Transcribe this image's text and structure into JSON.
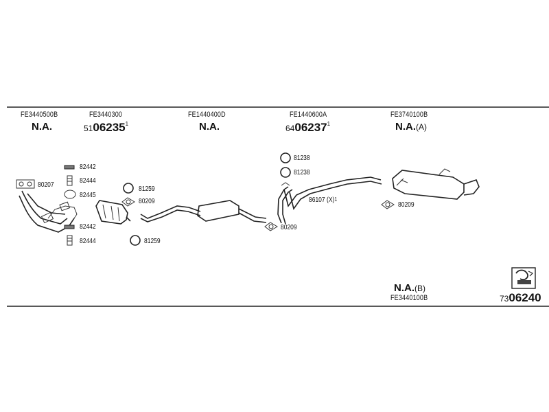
{
  "header_codes": [
    {
      "code": "FE3440500B",
      "status": "N.A.",
      "suffix": "",
      "ref_prefix": "",
      "ref_main": "",
      "ref_sup": ""
    },
    {
      "code": "FE3440300",
      "status": "",
      "suffix": "",
      "ref_prefix": "51",
      "ref_main": "06235",
      "ref_sup": "1"
    },
    {
      "code": "FE1440400D",
      "status": "N.A.",
      "suffix": "",
      "ref_prefix": "",
      "ref_main": "",
      "ref_sup": ""
    },
    {
      "code": "FE1440600A",
      "status": "",
      "suffix": "",
      "ref_prefix": "64",
      "ref_main": "06237",
      "ref_sup": "1"
    },
    {
      "code": "FE3740100B",
      "status": "N.A.",
      "suffix": "(A)",
      "ref_prefix": "",
      "ref_main": "",
      "ref_sup": ""
    }
  ],
  "parts": {
    "p80207": "80207",
    "p82442_top": "82442",
    "p82444_top": "82444",
    "p82445": "82445",
    "p82442_bot": "82442",
    "p82444_bot": "82444",
    "p81259_top": "81259",
    "p80209_a": "80209",
    "p81259_bot": "81259",
    "p81238_a": "81238",
    "p81238_b": "81238",
    "p86107": "86107 (X)",
    "p86107_sup": "1",
    "p80209_b": "80209",
    "p80209_c": "80209"
  },
  "footer": {
    "status": "N.A.",
    "suffix": "(B)",
    "code": "FE3440100B",
    "ref_prefix": "73",
    "ref_main": "06240"
  },
  "icons": [
    "catalog-badge-icon"
  ]
}
